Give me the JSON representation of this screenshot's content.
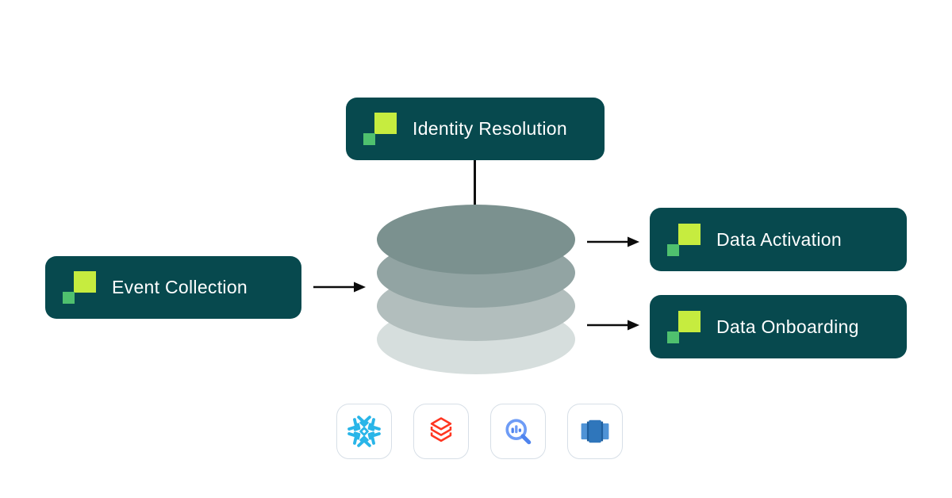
{
  "canvas": {
    "background": "#ffffff"
  },
  "brand": {
    "node_bg": "#07494e",
    "node_text_color": "#ffffff",
    "logo_lime": "#c6ec3f",
    "logo_green": "#4fc06e"
  },
  "nodes": {
    "identity_resolution": {
      "label": "Identity Resolution"
    },
    "event_collection": {
      "label": "Event Collection"
    },
    "data_activation": {
      "label": "Data Activation"
    },
    "data_onboarding": {
      "label": "Data Onboarding"
    }
  },
  "stack": {
    "layer_colors": [
      "#7b918f",
      "#92a4a3",
      "#b2bebd",
      "#d6dedd"
    ]
  },
  "connector_color": "#0c0c0c",
  "warehouses": {
    "card_bg": "#ffffff",
    "card_border": "#d7dfe7",
    "items": [
      {
        "icon": "snowflake-icon",
        "color": "#29b5e8"
      },
      {
        "icon": "databricks-icon",
        "color": "#ff3621"
      },
      {
        "icon": "bigquery-icon",
        "color_primary": "#4f84ee",
        "color_secondary": "#6e9cf6"
      },
      {
        "icon": "redshift-icon",
        "color_primary": "#2f76bb",
        "color_secondary": "#4f93d6",
        "color_shadow": "#1f5f9e"
      }
    ]
  }
}
